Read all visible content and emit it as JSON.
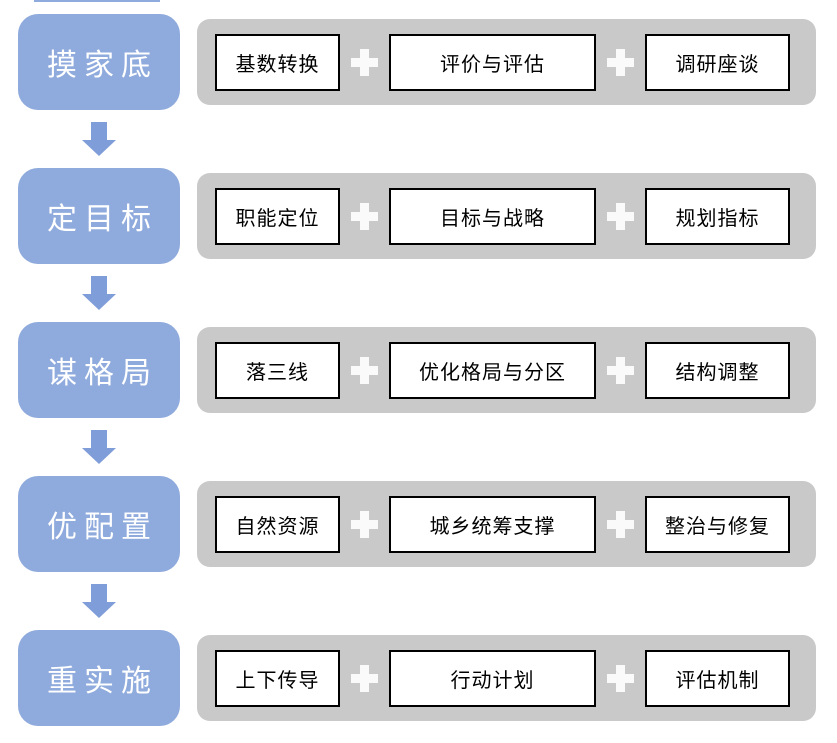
{
  "diagram": {
    "type": "process-flow",
    "colors": {
      "stage_fill": "#8faadc",
      "stage_text": "#ffffff",
      "arrow_fill": "#7f9dd8",
      "bar_fill": "#c9c9c9",
      "box_fill": "#ffffff",
      "box_border": "#000000",
      "box_text": "#000000",
      "plus_fill": "#fafafa"
    },
    "rows": [
      {
        "stage": "摸家底",
        "steps": [
          "基数转换",
          "评价与评估",
          "调研座谈"
        ]
      },
      {
        "stage": "定目标",
        "steps": [
          "职能定位",
          "目标与战略",
          "规划指标"
        ]
      },
      {
        "stage": "谋格局",
        "steps": [
          "落三线",
          "优化格局与分区",
          "结构调整"
        ]
      },
      {
        "stage": "优配置",
        "steps": [
          "自然资源",
          "城乡统筹支撑",
          "整治与修复"
        ]
      },
      {
        "stage": "重实施",
        "steps": [
          "上下传导",
          "行动计划",
          "评估机制"
        ]
      }
    ]
  },
  "rows": [
    {
      "stage": "摸家底",
      "steps": [
        "基数转换",
        "评价与评估",
        "调研座谈"
      ]
    },
    {
      "stage": "定目标",
      "steps": [
        "职能定位",
        "目标与战略",
        "规划指标"
      ]
    },
    {
      "stage": "谋格局",
      "steps": [
        "落三线",
        "优化格局与分区",
        "结构调整"
      ]
    },
    {
      "stage": "优配置",
      "steps": [
        "自然资源",
        "城乡统筹支撑",
        "整治与修复"
      ]
    },
    {
      "stage": "重实施",
      "steps": [
        "上下传导",
        "行动计划",
        "评估机制"
      ]
    }
  ]
}
